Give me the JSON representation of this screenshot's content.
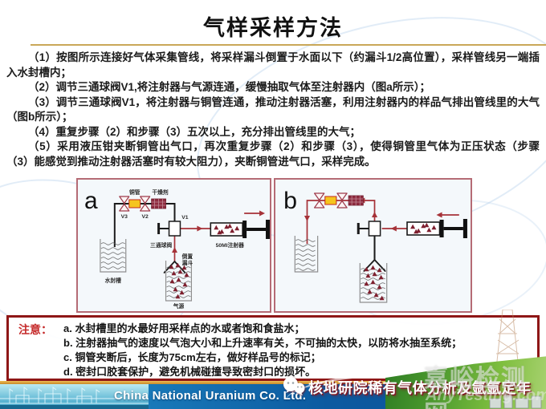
{
  "title": "气样采样方法",
  "steps": [
    "（1）按图所示连接好气体采集管线，将采样漏斗倒置于水面以下（约漏斗1/2高位置），采样管线另一端插入水封槽内；",
    "（2）调节三通球阀V1,将注射器与气源连通，缓慢抽取气体至注射器内（图a所示）；",
    "（3）调节三通球阀V1，将注射器与铜管连通，推动注射器活塞，利用注射器内的样品气排出管线里的大气（图b所示）；",
    "（4）重复步骤（2）和步骤（3）五次以上，充分排出管线里的大气；",
    "（5）采用液压钳夹断铜管出气口，再次重复步骤（2）和步骤（3），使得铜管里气体为正压状态（步骤（3）能感觉到推动注射器活塞时有较大阻力），夹断铜管进气口，采样完成。"
  ],
  "diagrams": {
    "a": {
      "label": "a",
      "copper_tube": "铜管",
      "desiccant": "干燥剂",
      "valve3": "V3",
      "valve2": "V2",
      "valve1": "V1",
      "three_way_valve": "三通球阀",
      "syringe_label": "50Ml注射器",
      "funnel_line1": "倒置",
      "funnel_line2": "漏斗",
      "water_seal_tank": "水封槽",
      "gas_source": "气源"
    },
    "b": {
      "label": "b"
    }
  },
  "note": {
    "heading": "注意：",
    "items": [
      "a. 水封槽里的水最好用采样点的水或者饱和食盐水；",
      "b. 注射器抽气的速度以气泡大小和上升速率有关，不可抽的太快，以防将水抽至系统；",
      "c. 铜管夹断后，长度为75cm左右，做好样品号的标记；",
      "d. 密封口胶套保护，避免机械碰撞导致密封口的损坏。"
    ]
  },
  "footer": {
    "company": "China National Uranium Co. Ltd.",
    "wechat_label": "核地研院稀有气体分析及氩氩定年"
  },
  "watermarks": {
    "site_cn": "嘉峪检测网",
    "site_en": "AnyTesting.com"
  },
  "colors": {
    "title_underline": "#C9A758",
    "diagram_border": "#B56B75",
    "note_border": "#8E1616",
    "note_heading": "#C52A2A",
    "pipe_red": "#A63238",
    "particle_red": "#7E1F2E",
    "copper_yellow": "#F5C51E",
    "desiccant_maroon": "#8E2B3F",
    "gold_line": "#D9A441",
    "footer_blue": "#0C5AA0"
  }
}
